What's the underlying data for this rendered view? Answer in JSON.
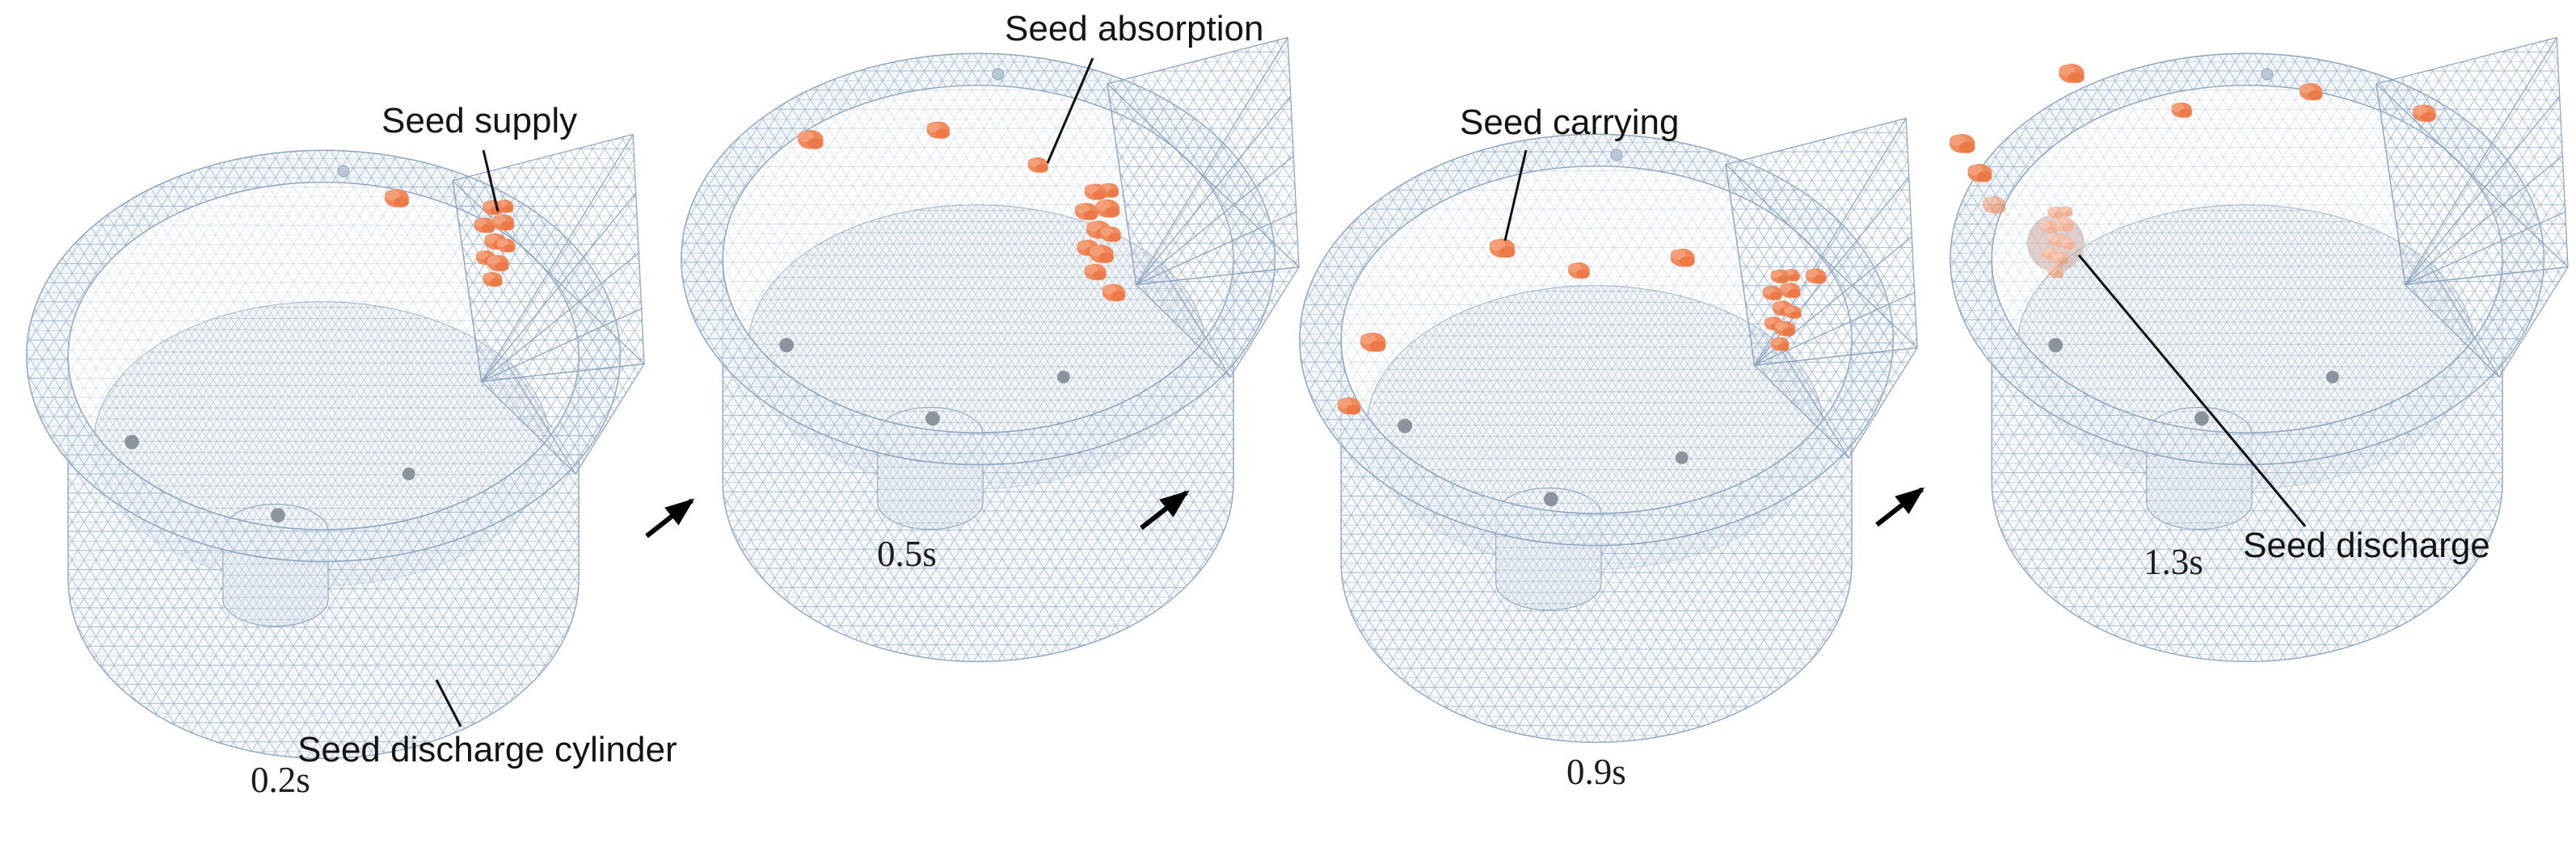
{
  "figure": {
    "colors": {
      "mesh_stroke": "#8ea6bf",
      "mesh_fill": "#eef2f7",
      "seed_orange": "#f0895c",
      "label_text": "#141414",
      "arrow": "#000000",
      "background": "#ffffff"
    },
    "panels": [
      {
        "time_label": "0.2s",
        "annotations": [
          {
            "text": "Seed supply"
          },
          {
            "text": "Seed discharge cylinder"
          }
        ]
      },
      {
        "time_label": "0.5s",
        "annotations": [
          {
            "text": "Seed absorption"
          }
        ]
      },
      {
        "time_label": "0.9s",
        "annotations": [
          {
            "text": "Seed carrying"
          }
        ]
      },
      {
        "time_label": "1.3s",
        "annotations": [
          {
            "text": "Seed discharge"
          }
        ]
      }
    ]
  }
}
